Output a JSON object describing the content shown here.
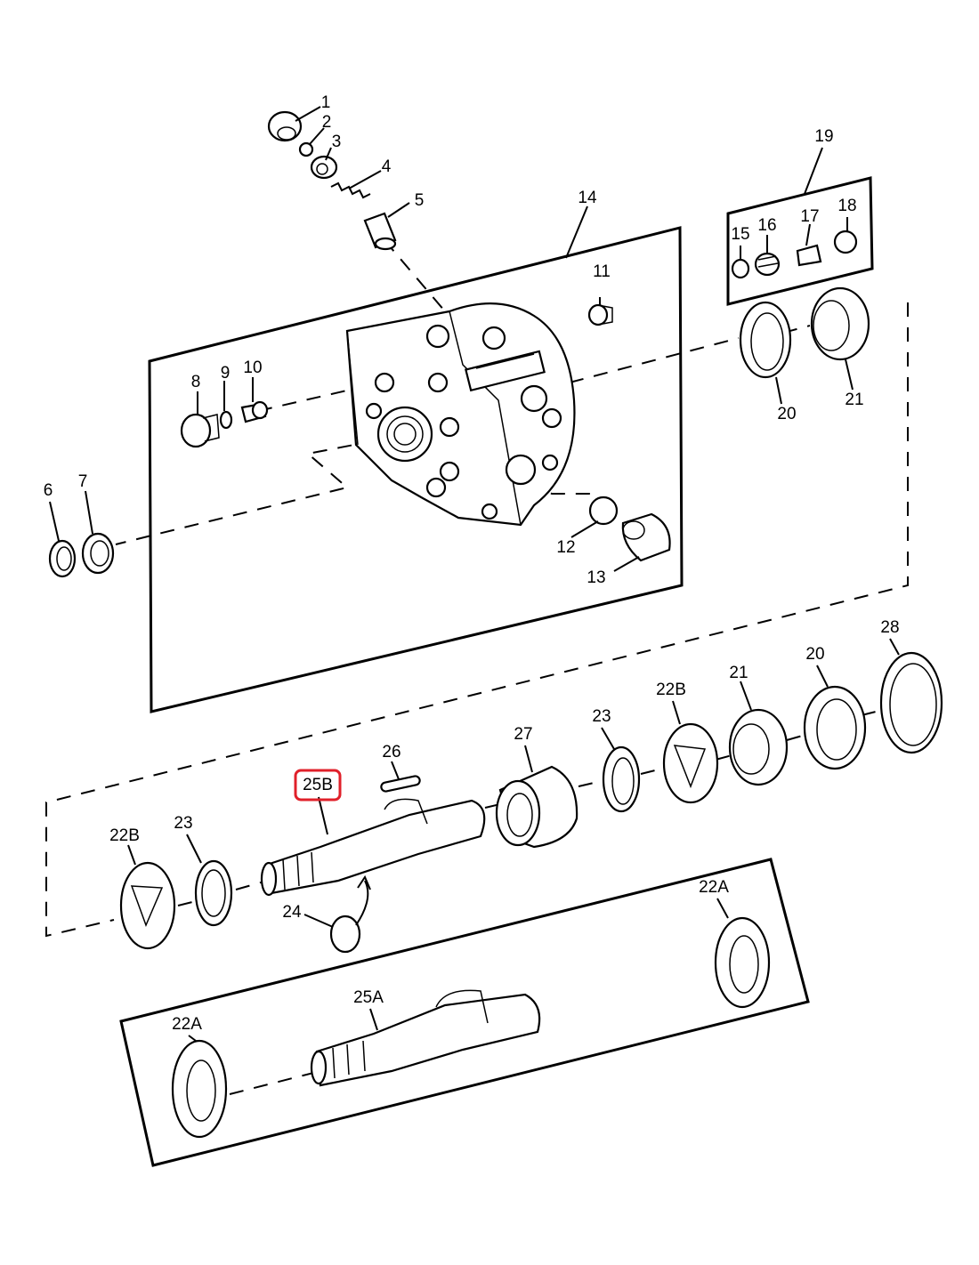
{
  "callouts": {
    "c1": "1",
    "c2": "2",
    "c3": "3",
    "c4": "4",
    "c5": "5",
    "c6": "6",
    "c7": "7",
    "c8": "8",
    "c9": "9",
    "c10": "10",
    "c11": "11",
    "c12": "12",
    "c13": "13",
    "c14": "14",
    "c15": "15",
    "c16": "16",
    "c17": "17",
    "c18": "18",
    "c19": "19",
    "c20a": "20",
    "c21a": "21",
    "c20b": "20",
    "c21b": "21",
    "c22a_right": "22A",
    "c22a_left": "22A",
    "c22b_left": "22B",
    "c22b_right": "22B",
    "c23_left": "23",
    "c23_right": "23",
    "c24": "24",
    "c25a": "25A",
    "c25b": "25B",
    "c26": "26",
    "c27": "27",
    "c28": "28"
  },
  "highlight": {
    "color": "#e0202a",
    "target": "25B"
  }
}
